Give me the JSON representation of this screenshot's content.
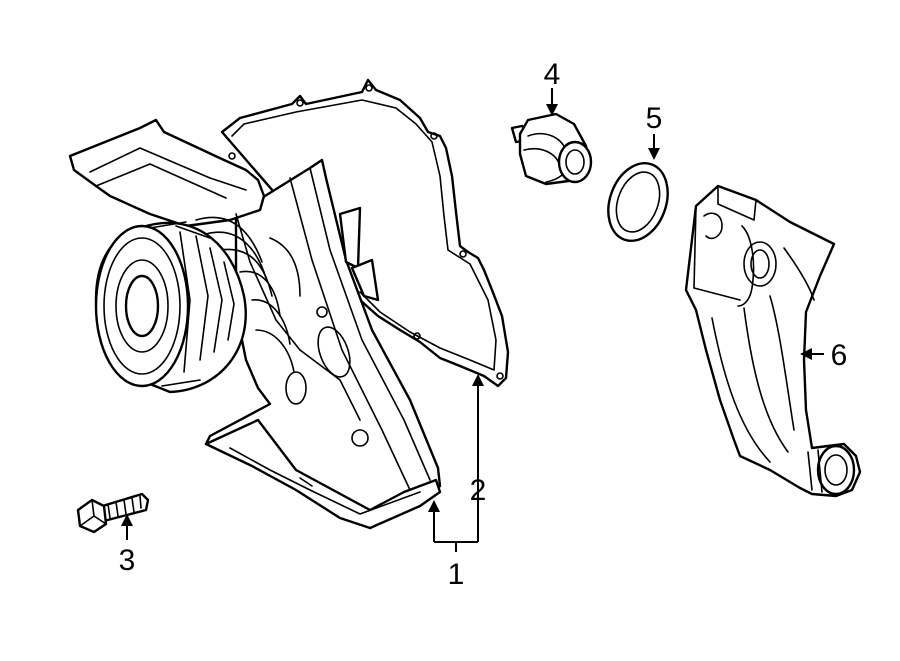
{
  "diagram": {
    "background_color": "#ffffff",
    "line_color": "#000000",
    "callouts": [
      {
        "id": "callout-1",
        "label": "1"
      },
      {
        "id": "callout-2",
        "label": "2"
      },
      {
        "id": "callout-3",
        "label": "3"
      },
      {
        "id": "callout-4",
        "label": "4"
      },
      {
        "id": "callout-5",
        "label": "5"
      },
      {
        "id": "callout-6",
        "label": "6"
      }
    ]
  }
}
